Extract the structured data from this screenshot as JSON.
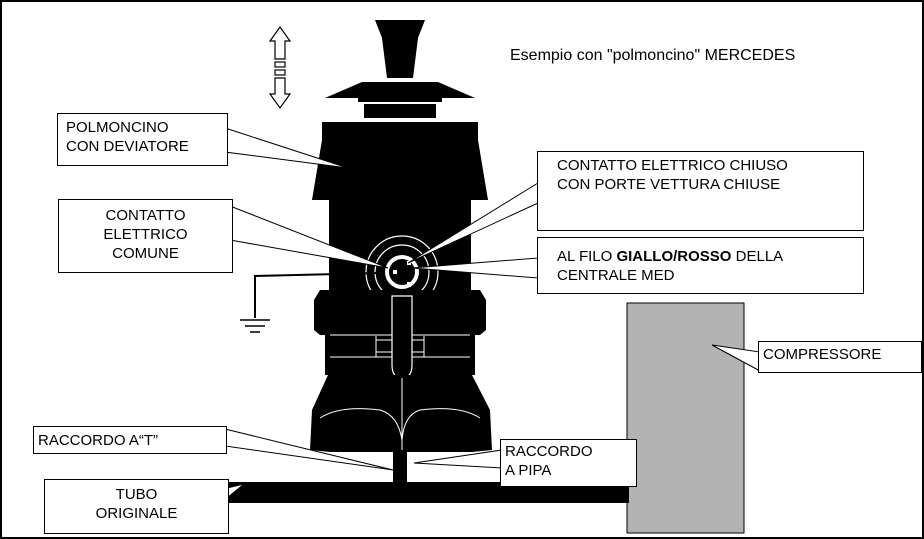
{
  "title": "Esempio con \"polmoncino\" MERCEDES",
  "labels": {
    "polmoncino": [
      "POLMONCINO",
      "CON DEVIATORE"
    ],
    "contatto_comune": [
      "CONTATTO",
      "ELETTRICO",
      "COMUNE"
    ],
    "contatto_chiuso": [
      "CONTATTO ELETTRICO CHIUSO",
      "CON PORTE VETTURA CHIUSE"
    ],
    "filo": {
      "prefix": "AL FILO ",
      "bold": "GIALLO/ROSSO",
      "suffix": " DELLA",
      "line2": "CENTRALE MED"
    },
    "compressore": "COMPRESSORE",
    "raccordo_t": "RACCORDO A“T”",
    "raccordo_pipa": [
      "RACCORDO",
      "A PIPA"
    ],
    "tubo": [
      "TUBO",
      "ORIGINALE"
    ]
  },
  "colors": {
    "device": "#000000",
    "compressor": "#b3b3b3",
    "background": "#ffffff"
  },
  "icons": [
    "double-arrow-icon",
    "ground-icon"
  ]
}
